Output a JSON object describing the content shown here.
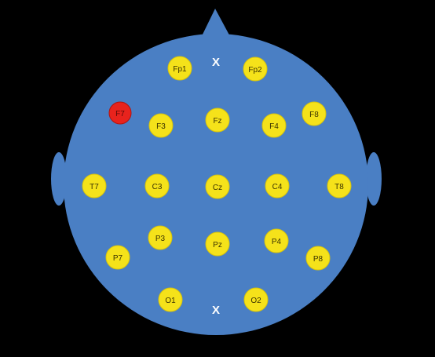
{
  "colors": {
    "background": "#000000",
    "head": "#4a7fc4",
    "head_outline": "#3e6fae",
    "electrode": "#f5e21a",
    "electrode_stroke": "#d8c40c",
    "highlight": "#e8231d",
    "highlight_stroke": "#b01410",
    "label": "#3a3200",
    "landmark": "#ffffff"
  },
  "landmarks": {
    "nasion": "X",
    "inion": "X"
  },
  "electrodes": [
    {
      "id": "fp1",
      "label": "Fp1"
    },
    {
      "id": "fp2",
      "label": "Fp2"
    },
    {
      "id": "f7",
      "label": "F7",
      "highlighted": true
    },
    {
      "id": "f3",
      "label": "F3"
    },
    {
      "id": "fz",
      "label": "Fz"
    },
    {
      "id": "f4",
      "label": "F4"
    },
    {
      "id": "f8",
      "label": "F8"
    },
    {
      "id": "t7",
      "label": "T7"
    },
    {
      "id": "c3",
      "label": "C3"
    },
    {
      "id": "cz",
      "label": "Cz"
    },
    {
      "id": "c4",
      "label": "C4"
    },
    {
      "id": "t8",
      "label": "T8"
    },
    {
      "id": "p7",
      "label": "P7"
    },
    {
      "id": "p3",
      "label": "P3"
    },
    {
      "id": "pz",
      "label": "Pz"
    },
    {
      "id": "p4",
      "label": "P4"
    },
    {
      "id": "p8",
      "label": "P8"
    },
    {
      "id": "o1",
      "label": "O1"
    },
    {
      "id": "o2",
      "label": "O2"
    }
  ]
}
